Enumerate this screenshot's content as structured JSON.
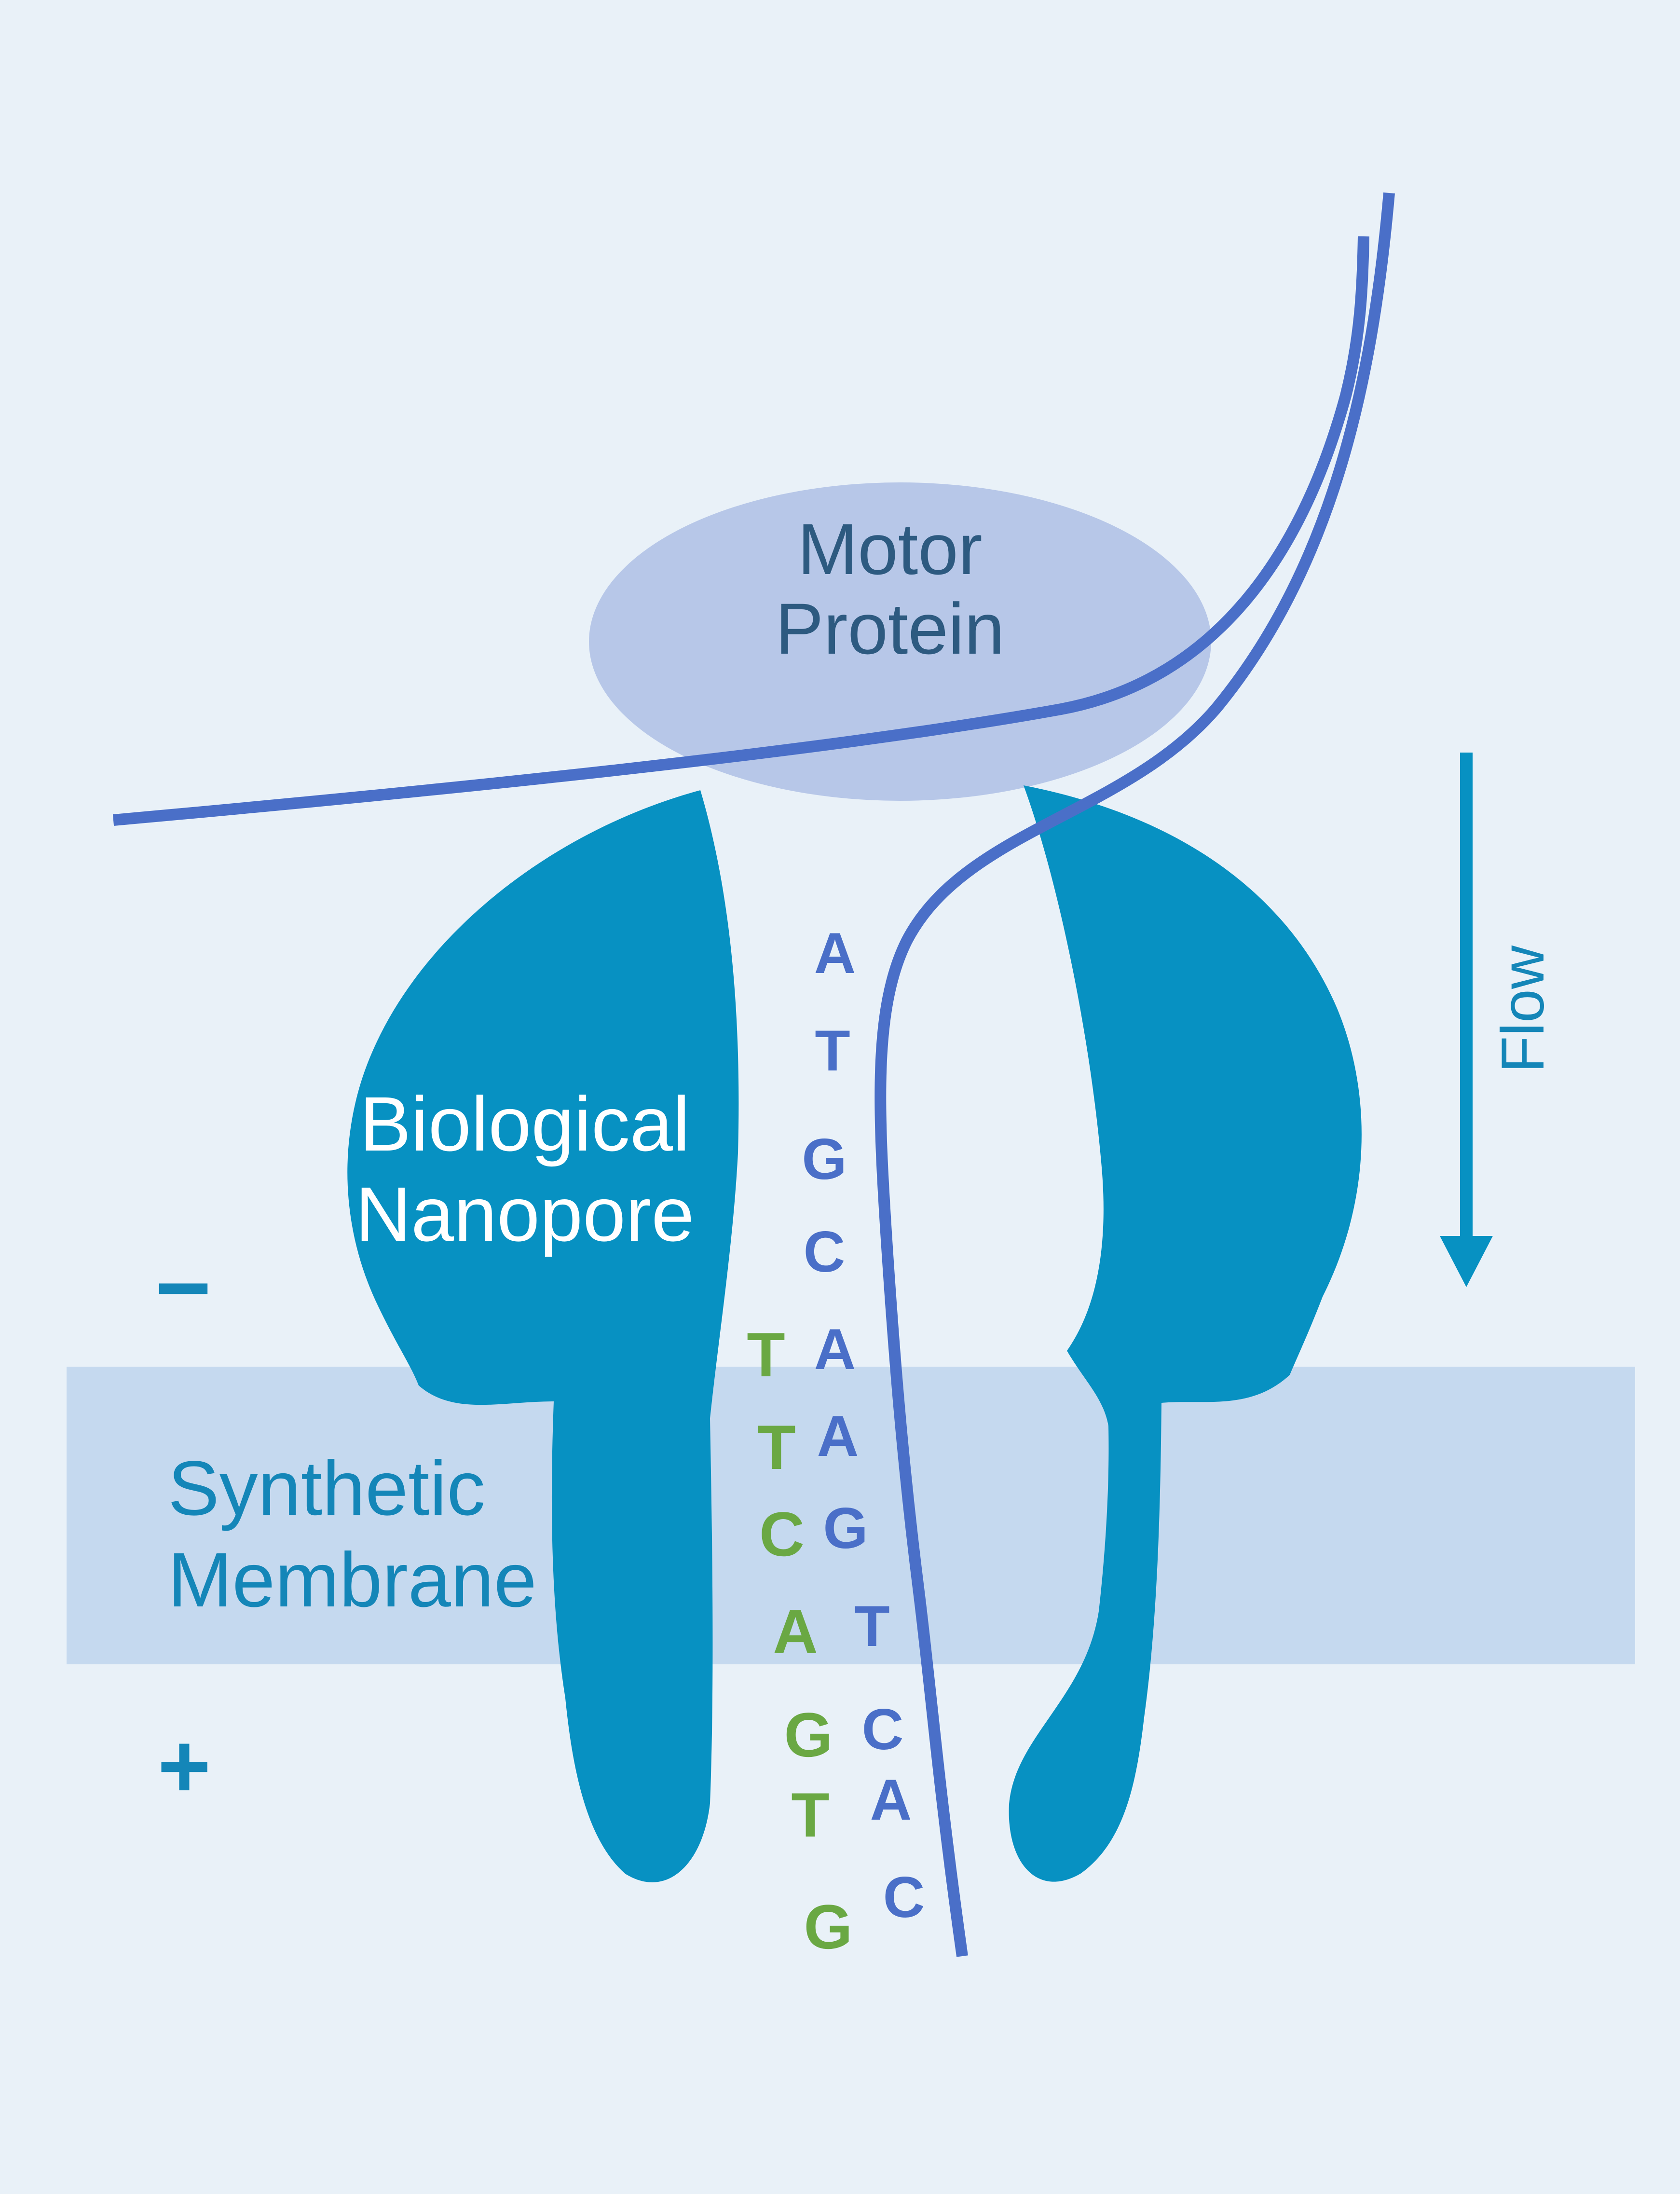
{
  "diagram": {
    "labels": {
      "motor_protein": {
        "line1": "Motor",
        "line2": "Protein"
      },
      "biological_nanopore": {
        "line1": "Biological",
        "line2": "Nanopore"
      },
      "synthetic_membrane": {
        "line1": "Synthetic",
        "line2": "Membrane"
      },
      "flow": "Flow",
      "negative_symbol": "−",
      "positive_symbol": "+"
    },
    "nucleotides": {
      "template_strand": [
        "A",
        "T",
        "G",
        "C",
        "A",
        "A",
        "G",
        "T",
        "C",
        "A",
        "C"
      ],
      "complement_strand": [
        "T",
        "T",
        "C",
        "A",
        "G",
        "T",
        "G"
      ]
    },
    "icons": [
      "flow-down-arrow-icon",
      "minus-charge-icon",
      "plus-charge-icon"
    ],
    "colors": {
      "background": "#E9F1F8",
      "nanopore_teal": "#0791C2",
      "membrane_blue": "#C5D9EF",
      "motor_protein_fill": "#B7C7E8",
      "dna_strand_blue": "#4A6FC8",
      "base_letter_blue": "#4A6FC8",
      "base_letter_green": "#6AA843",
      "teal_text": "#1486B8",
      "motor_text": "#2D5A80",
      "nanopore_label": "#FFFFFF"
    }
  }
}
